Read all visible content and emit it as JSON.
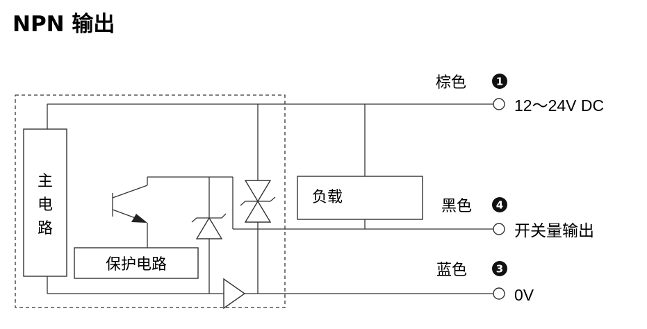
{
  "title": "NPN 输出",
  "main_circuit": {
    "chars": [
      "主",
      "电",
      "路"
    ]
  },
  "protection_circuit": "保护电路",
  "load": "负载",
  "wires": [
    {
      "color": "棕色",
      "number": "1",
      "terminal": "12～24V DC"
    },
    {
      "color": "黑色",
      "number": "4",
      "terminal": "开关量输出"
    },
    {
      "color": "蓝色",
      "number": "3",
      "terminal": "0V"
    }
  ],
  "colors": {
    "line": "#333333",
    "badge": "#111111",
    "background": "#ffffff"
  }
}
